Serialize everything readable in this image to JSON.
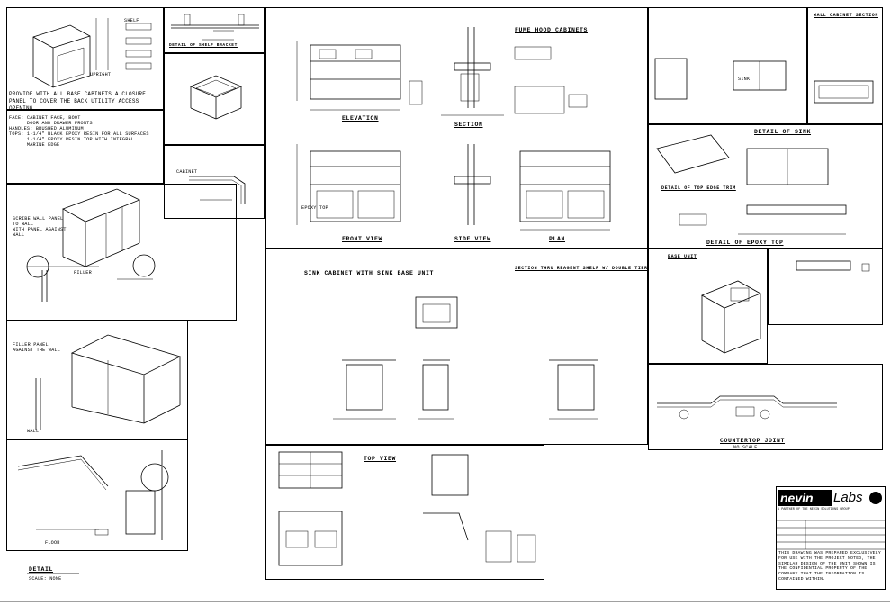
{
  "title_block": {
    "logo_left": "nevin",
    "logo_right": "Labs",
    "tagline": "A PARTNER OF THE NEVIN SOLUTIONS GROUP",
    "notice": "THIS DRAWING WAS PREPARED EXCLUSIVELY FOR USE WITH THE PROJECT NOTED, THE SIMILAR DESIGN OF THE UNIT SHOWN IS THE CONFIDENTIAL PROPERTY OF THE COMPANY THAT THE INFORMATION IS CONTAINED WITHIN."
  },
  "notes": {
    "base_cabinet_note": "PROVIDE WITH ALL BASE CABINETS A CLOSURE PANEL TO COVER THE BACK UTILITY ACCESS OPENING",
    "finish_list": "FACE: CABINET FACE, BOOT\n      DOOR AND DRAWER FRONTS\nHANDLES: BRUSHED ALUMINUM\nTOPS: 1-1/4\" BLACK EPOXY RESIN FOR ALL SURFACES\n      1-1/4\" EPOXY RESIN TOP WITH INTEGRAL\n      MARINE EDGE",
    "scribe_note": "SCRIBE WALL PANEL TO WALL\nWITH PANEL AGAINST WALL",
    "filler_note": "FILLER PANEL AGAINST THE WALL",
    "detail_label": "DETAIL",
    "detail_scale": "SCALE: NONE"
  },
  "panels": {
    "reagent_shelf_title": "SECTION THRU REAGENT SHELF W/ DOUBLE TIER",
    "shelf_bracket_title": "DETAIL OF SHELF BRACKET",
    "sink_cabinet_title": "SINK CABINET WITH SINK BASE UNIT",
    "fume_hood_title": "FUME HOOD CABINETS",
    "elevation_title": "ELEVATION",
    "plan_title": "PLAN",
    "section_title": "SECTION",
    "front_view_title": "FRONT VIEW",
    "side_view_title": "SIDE VIEW",
    "top_view_title": "TOP VIEW",
    "detail_edge_title": "DETAIL OF TOP EDGE TRIM",
    "sink_detail_title": "DETAIL OF SINK",
    "wall_cabinet_title": "WALL CABINET SECTION",
    "top_detail_title": "DETAIL OF EPOXY TOP",
    "base_unit_title": "BASE UNIT",
    "countertop_title": "COUNTERTOP JOINT",
    "no_scale": "NO SCALE"
  },
  "labels": {
    "cabinet_tag": "CABINET",
    "shelf": "SHELF",
    "upright": "UPRIGHT",
    "epoxy_top": "EPOXY TOP",
    "wall": "WALL",
    "floor": "FLOOR",
    "sink": "SINK",
    "filler": "FILLER"
  }
}
